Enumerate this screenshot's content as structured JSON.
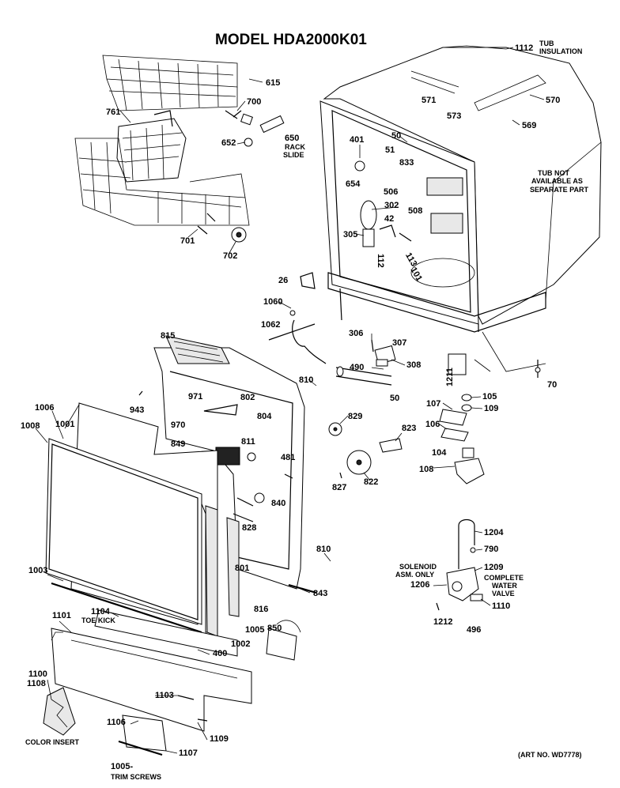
{
  "title": "MODEL HDA2000K01",
  "art_no": "(ART NO. WD7778)",
  "notes": {
    "tub_insulation_1": "TUB",
    "tub_insulation_2": "INSULATION",
    "tub_not_1": "TUB NOT",
    "tub_not_2": "AVAILABLE AS",
    "tub_not_3": "SEPARATE PART",
    "rack_slide_1": "RACK",
    "rack_slide_2": "SLIDE",
    "toe_kick": "TOE KICK",
    "color_insert": "COLOR INSERT",
    "trim_screws": "TRIM SCREWS",
    "solenoid_1": "SOLENOID",
    "solenoid_2": "ASM. ONLY",
    "complete_1": "COMPLETE",
    "complete_2": "WATER",
    "complete_3": "VALVE"
  },
  "parts": {
    "p1112": "1112",
    "p571": "571",
    "p573": "573",
    "p570": "570",
    "p569": "569",
    "p615": "615",
    "p700": "700",
    "p761": "761",
    "p650": "650",
    "p652": "652",
    "p701": "701",
    "p702": "702",
    "p50": "50",
    "p51": "51",
    "p401": "401",
    "p833": "833",
    "p654": "654",
    "p506": "506",
    "p302": "302",
    "p42": "42",
    "p508": "508",
    "p305": "305",
    "p112": "112",
    "p113": "113",
    "p101": "101",
    "p26": "26",
    "p1060": "1060",
    "p1062": "1062",
    "p306": "306",
    "p307": "307",
    "p490": "490",
    "p308": "308",
    "p50b": "50",
    "p1211": "1211",
    "p105": "105",
    "p107": "107",
    "p109": "109",
    "p106": "106",
    "p104": "104",
    "p108": "108",
    "p70": "70",
    "p815": "815",
    "p810": "810",
    "p943": "943",
    "p971": "971",
    "p802": "802",
    "p804": "804",
    "p829": "829",
    "p823": "823",
    "p970": "970",
    "p849": "849",
    "p811": "811",
    "p481": "481",
    "p822": "822",
    "p827": "827",
    "p840": "840",
    "p828": "828",
    "p1006": "1006",
    "p1008": "1008",
    "p1001": "1001",
    "p810b": "810",
    "p801": "801",
    "p843": "843",
    "p1003": "1003",
    "p1204": "1204",
    "p790": "790",
    "p1209": "1209",
    "p1206": "1206",
    "p1110": "1110",
    "p1212": "1212",
    "p496": "496",
    "p1104": "1104",
    "p1101": "1101",
    "p816": "816",
    "p1005": "1005",
    "p850": "850",
    "p1002": "1002",
    "p400": "400",
    "p1100": "1100",
    "p1108": "1108",
    "p1103": "1103",
    "p1106": "1106",
    "p1109": "1109",
    "p1107": "1107",
    "p1005b": "1005-"
  }
}
